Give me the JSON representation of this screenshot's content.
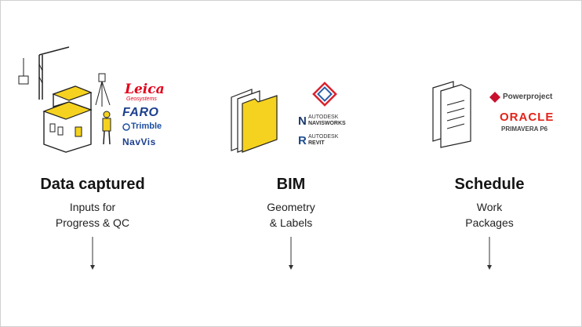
{
  "columns": [
    {
      "title": "Data captured",
      "subtitle_lines": [
        "Inputs for",
        "Progress & QC"
      ],
      "logos": {
        "leica": "Leica",
        "leica_sub": "Geosystems",
        "faro": "FARO",
        "trimble": "Trimble",
        "navvis": "NavVis"
      }
    },
    {
      "title": "BIM",
      "subtitle_lines": [
        "Geometry",
        "& Labels"
      ],
      "logos": {
        "navisworks_brand": "AUTODESK",
        "navisworks_product": "NAVISWORKS",
        "revit_brand": "AUTODESK",
        "revit_product": "REVIT"
      }
    },
    {
      "title": "Schedule",
      "subtitle_lines": [
        "Work",
        "Packages"
      ],
      "logos": {
        "powerproject": "Powerproject",
        "oracle": "ORACLE",
        "primavera": "PRIMAVERA P6"
      }
    }
  ],
  "colors": {
    "accent_yellow": "#f5d21f",
    "leica_red": "#e2001a",
    "faro_blue": "#1d3f8f",
    "oracle_red": "#e2231a",
    "navis_blue": "#1c3a6e",
    "revit_blue": "#1f4d8f"
  }
}
